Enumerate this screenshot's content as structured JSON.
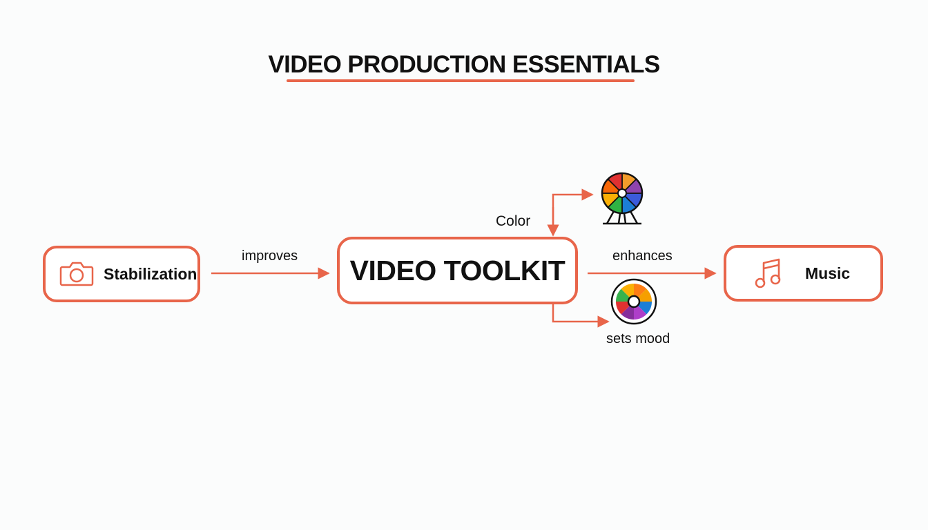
{
  "title": "VIDEO PRODUCTION ESSENTIALS",
  "nodes": {
    "stabilization": {
      "label": "Stabilization",
      "icon": "camera-icon"
    },
    "toolkit": {
      "label": "VIDEO TOOLKIT"
    },
    "music": {
      "label": "Music",
      "icon": "music-note-icon"
    }
  },
  "edges": {
    "improves": "improves",
    "enhances": "enhances",
    "color": "Color",
    "sets_mood": "sets mood"
  },
  "icons": {
    "color_wheel_stand": "color-wheel-stand-icon",
    "color_disc": "color-disc-icon"
  },
  "colors": {
    "accent": "#e8654a",
    "text": "#111111",
    "background": "#fbfcfc"
  }
}
